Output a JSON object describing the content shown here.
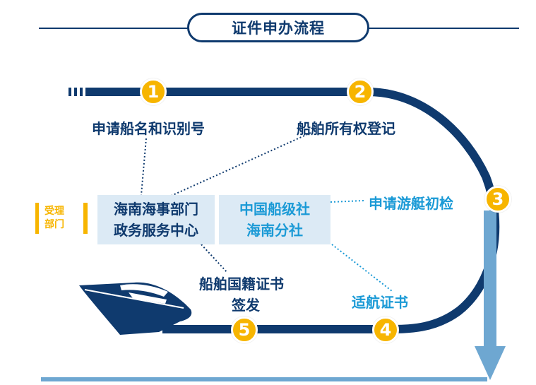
{
  "title": "证件申办流程",
  "department_label": [
    "受理",
    "部门"
  ],
  "boxes": {
    "left": [
      "海南海事部门",
      "政务服务中心"
    ],
    "right": [
      "中国船级社",
      "海南分社"
    ]
  },
  "steps": [
    {
      "number": "1",
      "label": "申请船名和识别号"
    },
    {
      "number": "2",
      "label": "船舶所有权登记"
    },
    {
      "number": "3",
      "label": "申请游艇初检"
    },
    {
      "number": "4",
      "label": "适航证书"
    },
    {
      "number": "5",
      "label": [
        "船舶国籍证书",
        "签发"
      ]
    }
  ],
  "colors": {
    "navy": "#0f3a6e",
    "light_blue": "#1b9ad6",
    "yellow": "#f7b500",
    "box_fill": "#dceaf5",
    "arrow_blue": "#6ea7d1"
  }
}
